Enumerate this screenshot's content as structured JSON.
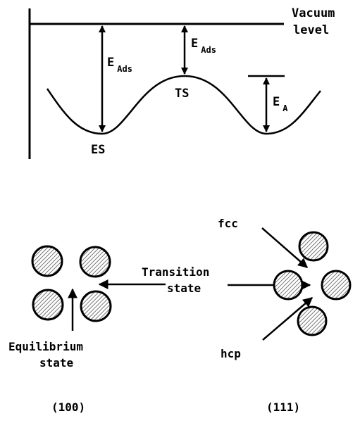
{
  "energy_diagram": {
    "vacuum_label_line1": "Vacuum",
    "vacuum_label_line2": "level",
    "e_main": "E",
    "e_ads_sub": "Ads",
    "e_a_sub": "A",
    "es_label": "ES",
    "ts_label": "TS"
  },
  "surface_100": {
    "equilibrium_line1": "Equilibrium",
    "equilibrium_line2": "state",
    "facet_label": "(100)"
  },
  "transition": {
    "line1": "Transition",
    "line2": "state"
  },
  "surface_111": {
    "fcc_label": "fcc",
    "hcp_label": "hcp",
    "facet_label": "(111)"
  },
  "colors": {
    "ink": "#000000",
    "atom_fill": "#a8a8a8"
  }
}
